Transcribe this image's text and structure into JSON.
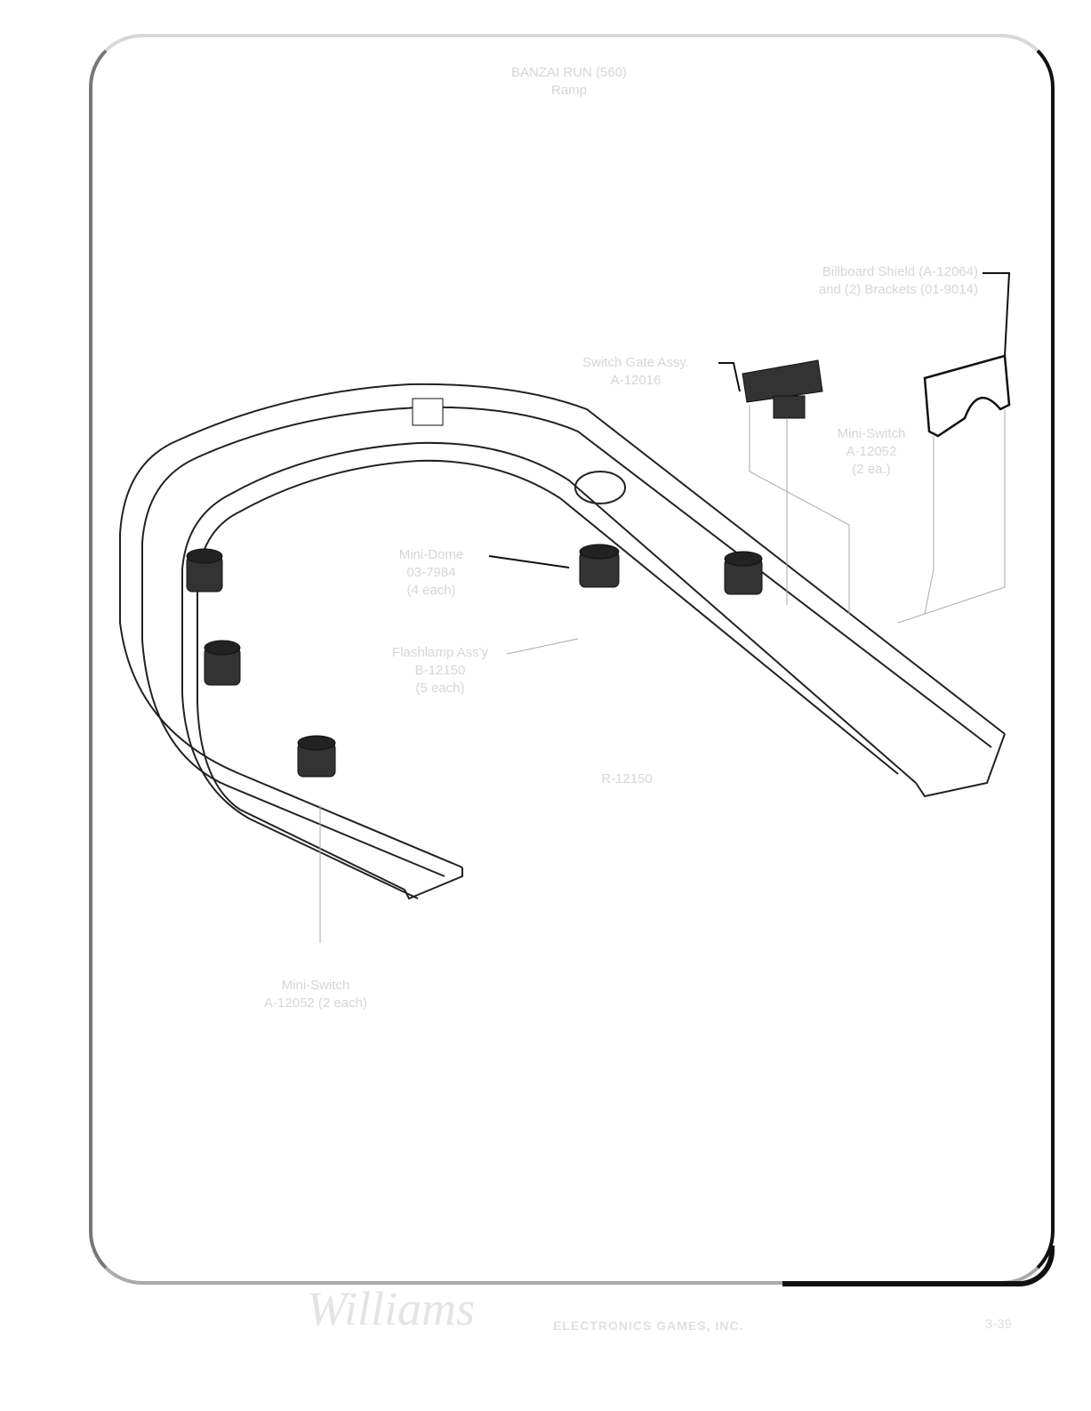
{
  "header": {
    "title": "BANZAI RUN (560)",
    "subtitle": "Ramp"
  },
  "callouts": {
    "billboard": [
      "Billboard Shield (A-12064)",
      "and (2) Brackets (01-9014)"
    ],
    "switch_gate": [
      "Switch Gate Assy.",
      "A-12016"
    ],
    "mini_switch_right": [
      "Mini-Switch",
      "A-12052",
      "(2 ea.)"
    ],
    "mini_dome": [
      "Mini-Dome",
      "03-7984",
      "(4 each)"
    ],
    "flashlamp": [
      "Flashlamp Ass'y",
      "B-12150",
      "(5 each)"
    ],
    "part_number": "R-12150",
    "mini_switch_left": [
      "Mini-Switch",
      "A-12052 (2 each)"
    ]
  },
  "footer": {
    "logo": "Williams",
    "company": "ELECTRONICS GAMES, INC.",
    "page": "3-39"
  }
}
